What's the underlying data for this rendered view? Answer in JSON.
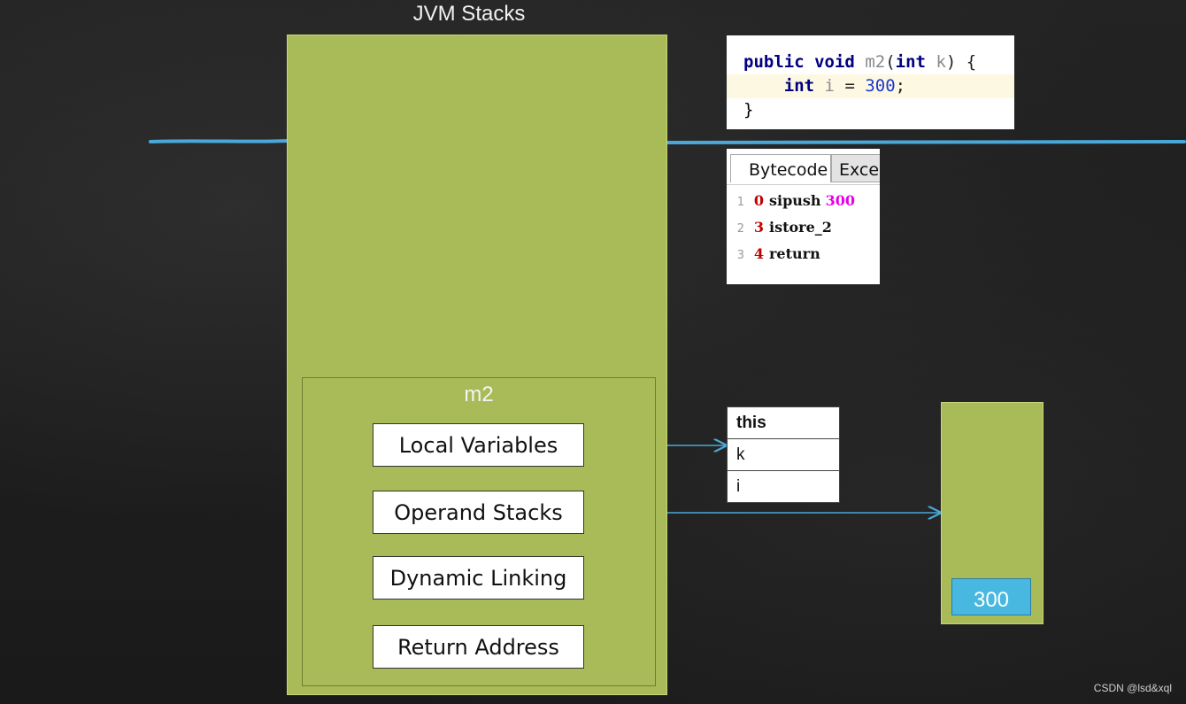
{
  "title": "JVM Stacks",
  "frame": {
    "name": "m2",
    "items": [
      "Local Variables",
      "Operand Stacks",
      "Dynamic Linking",
      "Return Address"
    ]
  },
  "source_code": {
    "line1": {
      "kw1": "public",
      "kw2": "void",
      "name": "m2",
      "open": "(",
      "kw3": "int",
      "param": "k",
      "close": ") {"
    },
    "line2": {
      "kw": "int",
      "var": "i",
      "eq": " = ",
      "num": "300",
      "semi": ";"
    },
    "line3": "}"
  },
  "bytecode": {
    "tabs": [
      "Bytecode",
      "Excep"
    ],
    "rows": [
      {
        "line": "1",
        "offset": "0",
        "op": "sipush",
        "arg": "300"
      },
      {
        "line": "2",
        "offset": "3",
        "op": "istore_2",
        "arg": ""
      },
      {
        "line": "3",
        "offset": "4",
        "op": "return",
        "arg": ""
      }
    ]
  },
  "local_variables": [
    "this",
    "k",
    "i"
  ],
  "operand_stack": [
    "300"
  ],
  "watermark": "CSDN @lsd&xql",
  "colors": {
    "background": "#1e1e1e",
    "stack_fill": "#a9bb58",
    "arrow": "#4aa8d8",
    "stack_value": "#49b8e0",
    "offset": "#c20000",
    "bytecode_arg": "#e600e6",
    "keyword": "#000080"
  }
}
